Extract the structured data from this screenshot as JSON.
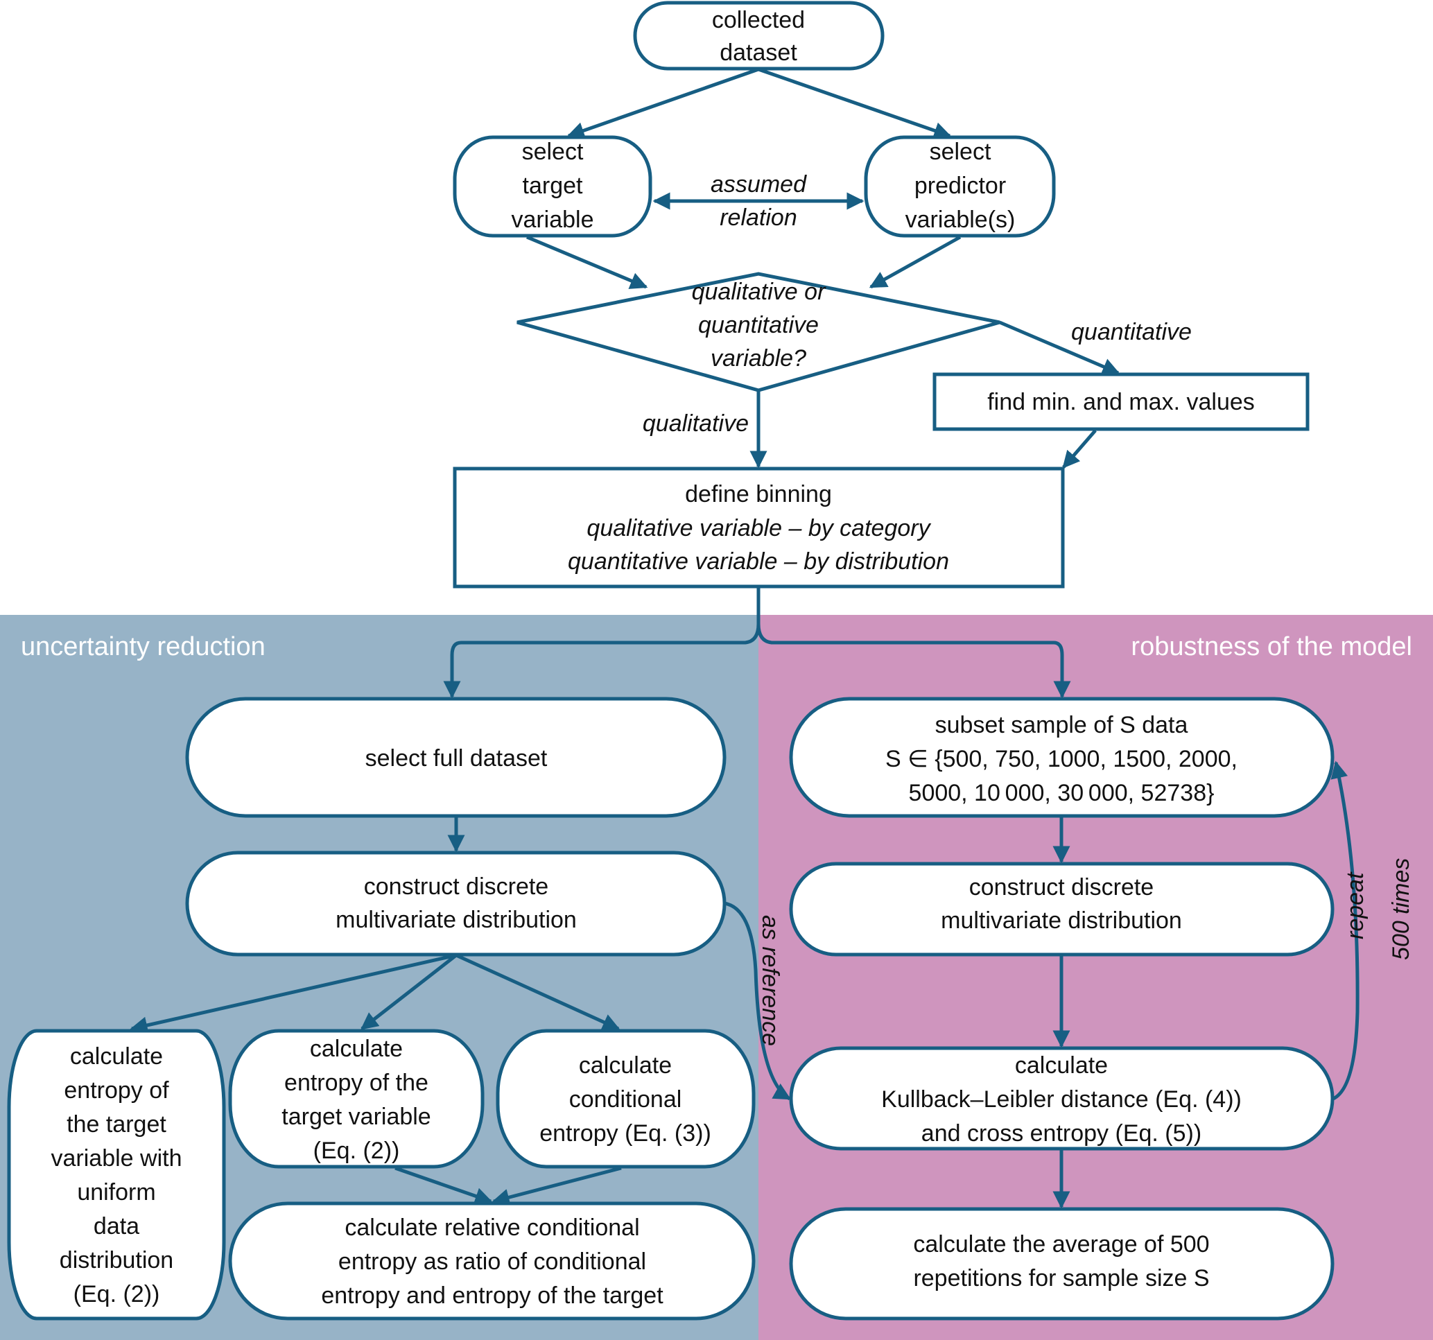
{
  "colors": {
    "stroke": "#175E83",
    "panel_left": "#97B3C7",
    "panel_right": "#CF95BE",
    "text": "#111111",
    "panel_label": "#ffffff"
  },
  "panels": {
    "left_label": "uncertainty reduction",
    "right_label": "robustness of the model"
  },
  "nodes": {
    "collected": [
      "collected",
      "dataset"
    ],
    "target": [
      "select",
      "target",
      "variable"
    ],
    "predictor": [
      "select",
      "predictor",
      "variable(s)"
    ],
    "decision": [
      "qualitative or",
      "quantitative",
      "variable?"
    ],
    "minmax": [
      "find min. and max. values"
    ],
    "binning": [
      "define binning",
      "qualitative variable – by category",
      "quantitative variable – by distribution"
    ],
    "full_dataset": [
      "select full dataset"
    ],
    "construct_left": [
      "construct discrete",
      "multivariate distribution"
    ],
    "uniform_entropy": [
      "calculate",
      "entropy of",
      "the target",
      "variable with",
      "uniform",
      "data",
      "distribution",
      "(Eq. (2))"
    ],
    "target_entropy": [
      "calculate",
      "entropy of the",
      "target variable",
      "(Eq. (2))"
    ],
    "conditional_entropy": [
      "calculate",
      "conditional",
      "entropy (Eq. (3))"
    ],
    "relative_entropy": [
      "calculate relative conditional",
      "entropy as ratio of conditional",
      "entropy and entropy of the target"
    ],
    "subset": [
      "subset sample of S data",
      "S ∈ {500, 750, 1000, 1500, 2000,",
      "5000, 10 000, 30 000, 52738}"
    ],
    "construct_right": [
      "construct discrete",
      "multivariate distribution"
    ],
    "kl": [
      "calculate",
      "Kullback–Leibler distance (Eq. (4))",
      "and cross entropy (Eq. (5))"
    ],
    "average": [
      "calculate the average of 500",
      "repetitions for sample size S"
    ]
  },
  "edge_labels": {
    "assumed": [
      "assumed",
      "relation"
    ],
    "quantitative": "quantitative",
    "qualitative": "qualitative",
    "as_reference": "as reference",
    "repeat": "repeat",
    "times": "500 times"
  }
}
